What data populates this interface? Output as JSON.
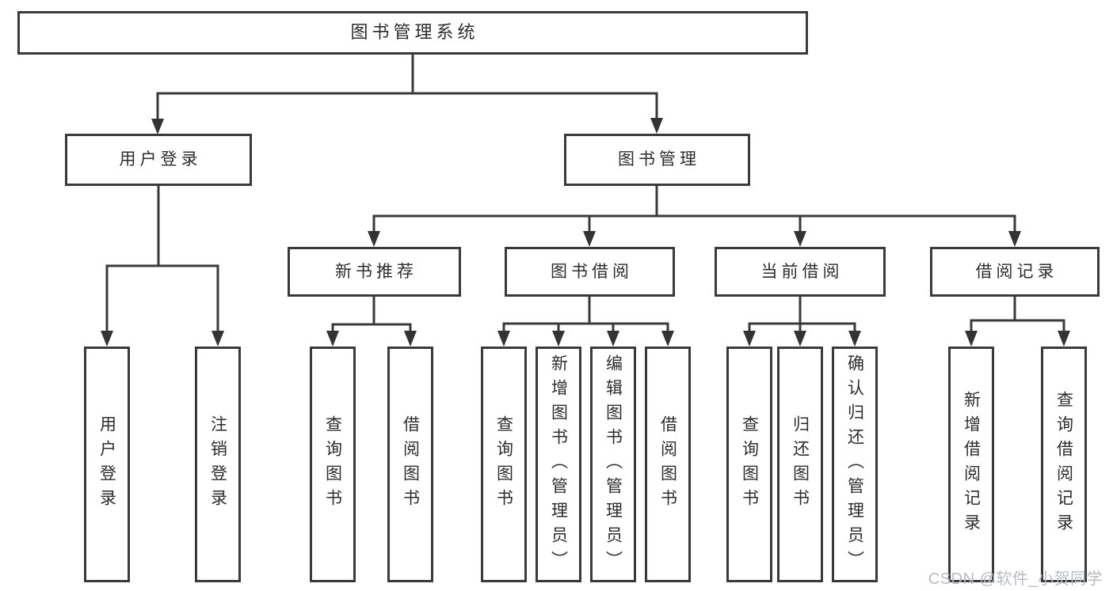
{
  "title": "图书管理系统",
  "level2": [
    {
      "label": "用户登录"
    },
    {
      "label": "图书管理"
    }
  ],
  "level3": [
    {
      "label": "新书推荐"
    },
    {
      "label": "图书借阅"
    },
    {
      "label": "当前借阅"
    },
    {
      "label": "借阅记录"
    }
  ],
  "leaves": {
    "user_login": [
      {
        "label": "用户登录"
      },
      {
        "label": "注销登录"
      }
    ],
    "new_book_recommend": [
      {
        "label": "查询图书"
      },
      {
        "label": "借阅图书"
      }
    ],
    "book_borrowing": [
      {
        "label": "查询图书"
      },
      {
        "label": "新增图书（管理员）"
      },
      {
        "label": "编辑图书（管理员）"
      },
      {
        "label": "借阅图书"
      }
    ],
    "current_borrowing": [
      {
        "label": "查询图书"
      },
      {
        "label": "归还图书"
      },
      {
        "label": "确认归还（管理员）"
      }
    ],
    "borrowing_records": [
      {
        "label": "新增借阅记录"
      },
      {
        "label": "查询借阅记录"
      }
    ]
  },
  "watermark": "CSDN @软件_小贺同学",
  "colors": {
    "line": "#3a3a3a",
    "arrow": "#333333",
    "text": "#2d2d2d",
    "watermark_text": "#b8bcc4",
    "background": "#ffffff"
  }
}
